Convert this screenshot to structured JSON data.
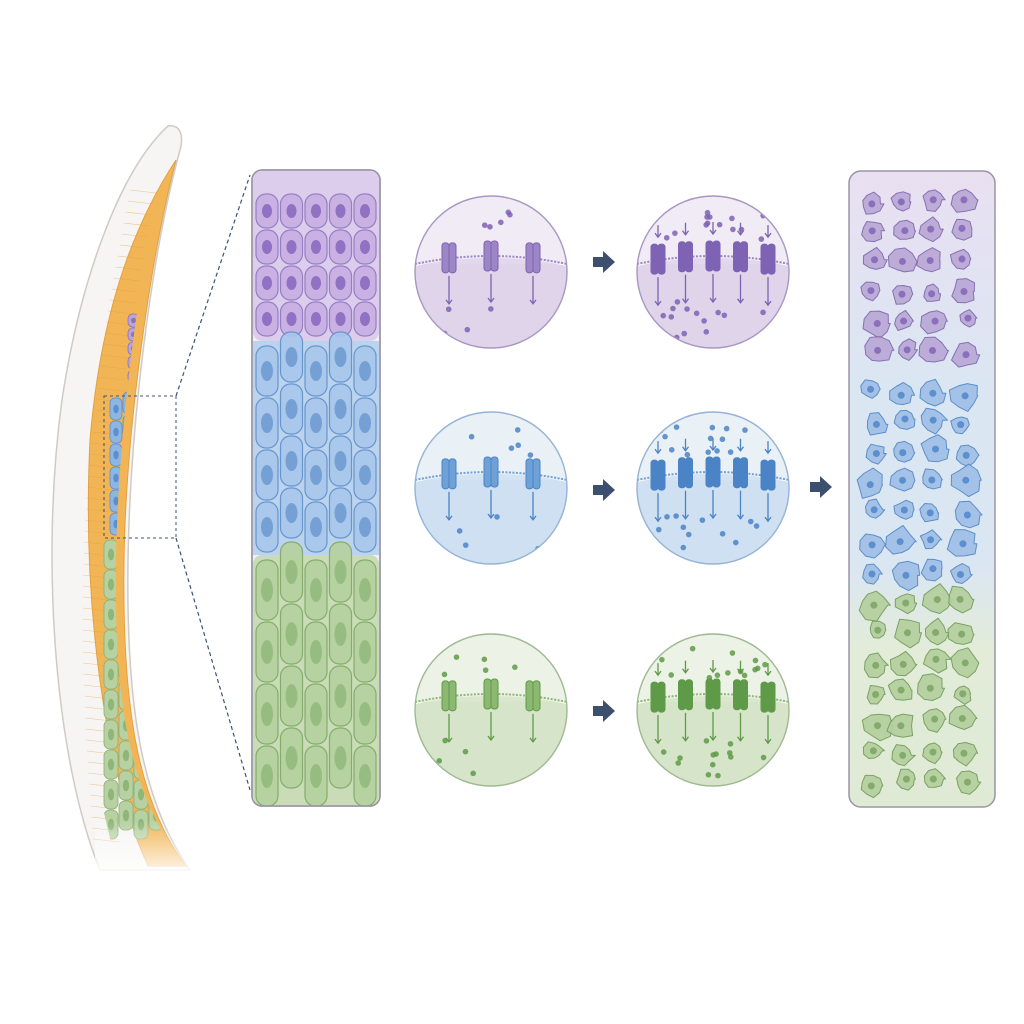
{
  "colors": {
    "purple": "#9d86c6",
    "purple_light": "#e6dcf0",
    "purple_dark": "#7e62b3",
    "blue": "#6fa0d6",
    "blue_light": "#d7e5f4",
    "blue_dark": "#4a84c6",
    "green": "#8db872",
    "green_light": "#dde9d2",
    "green_dark": "#5f9a48",
    "orange": "#f2b556",
    "membrane_white": "#f4f3f1",
    "arrow": "#3d4f6e",
    "zoom_line": "#3b5277"
  },
  "zones": [
    {
      "name": "purple",
      "channels_before": 3,
      "channels_after": 5
    },
    {
      "name": "blue",
      "channels_before": 3,
      "channels_after": 5
    },
    {
      "name": "green",
      "channels_before": 3,
      "channels_after": 5
    }
  ],
  "icons": {
    "process_arrow": "right-arrow-icon",
    "ion_channel": "ion-channel-icon"
  }
}
